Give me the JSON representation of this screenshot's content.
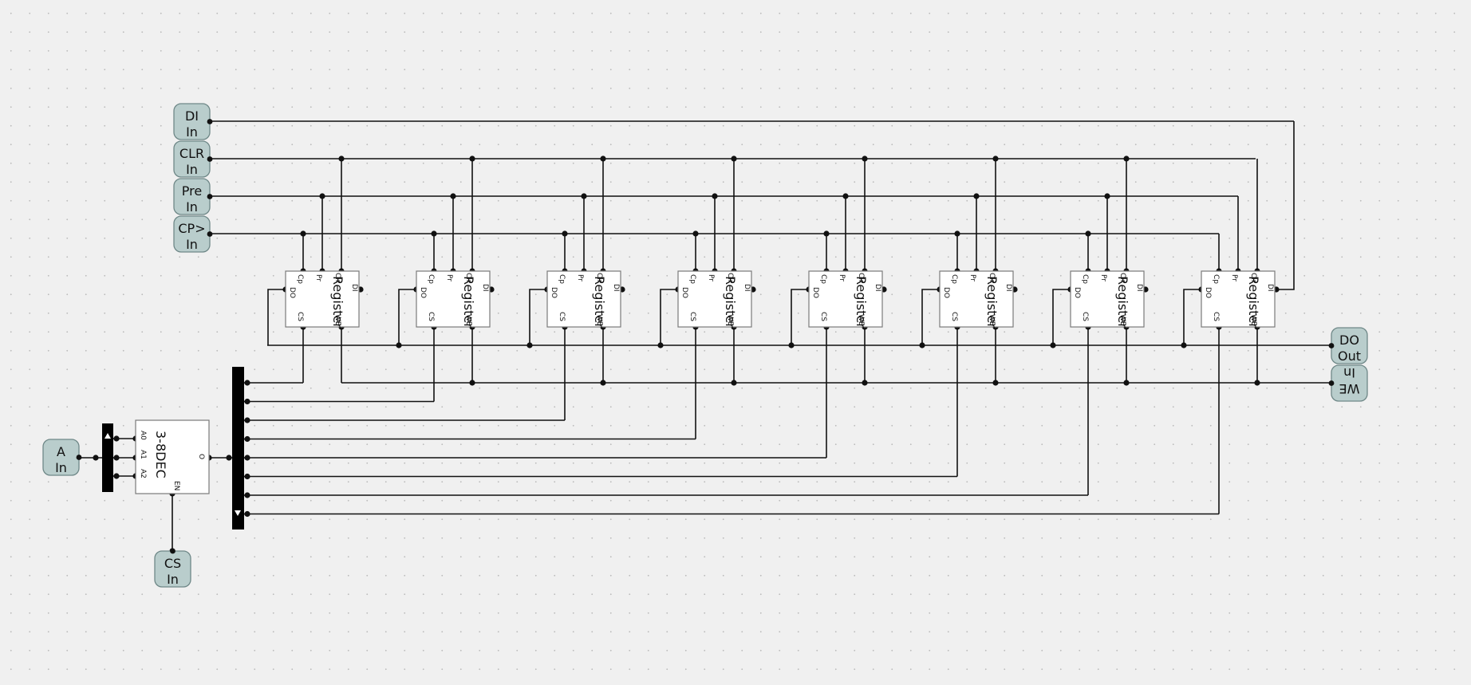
{
  "pins": {
    "di": {
      "name": "DI",
      "type": "In"
    },
    "clr": {
      "name": "CLR",
      "type": "In"
    },
    "pre": {
      "name": "Pre",
      "type": "In"
    },
    "cp": {
      "name": "CP>",
      "type": "In"
    },
    "a": {
      "name": "A",
      "type": "In"
    },
    "cs": {
      "name": "CS",
      "type": "In"
    },
    "do_out": {
      "name": "DO",
      "type": "Out"
    },
    "we": {
      "name": "WE",
      "type": "In"
    }
  },
  "decoder": {
    "label": "3-8DEC",
    "pins": {
      "a0": "A0",
      "a1": "A1",
      "a2": "A2",
      "en": "EN",
      "o": "O"
    }
  },
  "register": {
    "count": 8,
    "label": "Register",
    "pins": {
      "cp": "Cp",
      "pr": "Pr",
      "clr": "Clr",
      "di": "DI",
      "do": "DO",
      "cs": "CS",
      "we": "WE"
    }
  },
  "colors": {
    "pin_fill": "#b9cdcc",
    "pin_stroke": "#6f8888",
    "wire": "#111111",
    "bus": "#000000",
    "component_fill": "#ffffff",
    "component_stroke": "#7a7a7a",
    "background": "#f0f0f0"
  }
}
